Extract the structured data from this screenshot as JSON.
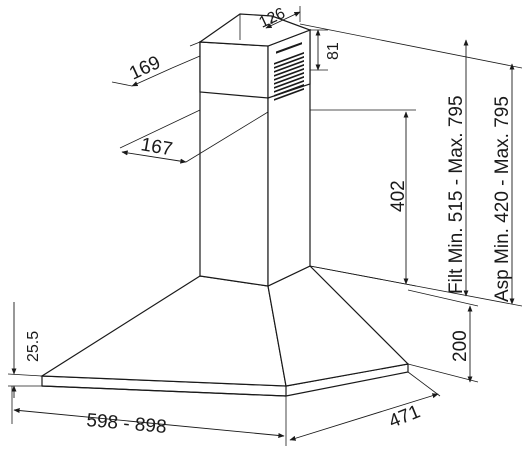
{
  "dimensions": {
    "top_chimney_depth": "126",
    "top_chimney_height": "81",
    "chimney_depth_upper": "169",
    "chimney_width": "167",
    "chimney_section_height": "402",
    "filter_range": "Filt Min. 515 - Max. 795",
    "aspiration_range": "Asp Min. 420 - Max. 795",
    "hood_height": "200",
    "bottom_edge_height": "25.5",
    "hood_width_range": "598 - 898",
    "hood_depth": "471"
  }
}
